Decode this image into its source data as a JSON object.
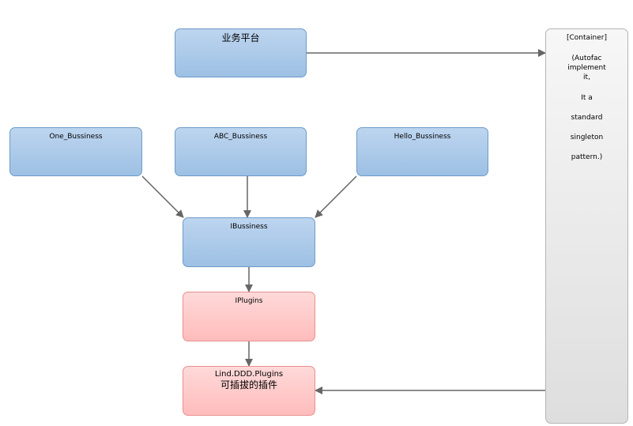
{
  "nodes": {
    "platform": "业务平台",
    "one": "One_Bussiness",
    "abc": "ABC_Bussiness",
    "hello": "Hello_Bussiness",
    "ibussiness": "IBussiness",
    "iplugins": "IPlugins",
    "lind_line1": "Lind.DDD.Plugins",
    "lind_line2": "可插拔的插件",
    "container": {
      "title": "[Container]",
      "lines": [
        "(Autofac",
        "implement",
        "it,",
        "It a",
        "standard",
        "singleton",
        "pattern.)"
      ]
    }
  },
  "colors": {
    "blue_fill": "#aecbea",
    "pink_fill": "#ffcccc",
    "container_fill": "#e8e8e8",
    "edge": "#666666"
  }
}
